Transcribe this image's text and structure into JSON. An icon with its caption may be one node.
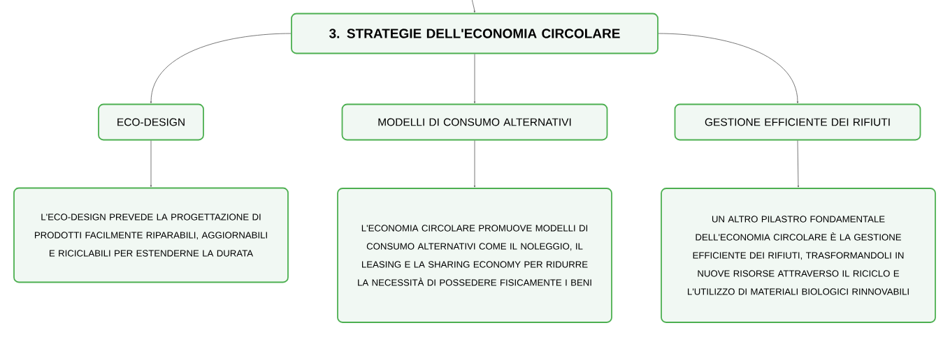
{
  "diagram": {
    "nodes": [
      {
        "text": [
          "3. STRATEGIE DELL'ECONOMIA CIRCOLARE"
        ]
      },
      {
        "text": [
          "ECO-DESIGN"
        ]
      },
      {
        "text": [
          "MODELLI DI CONSUMO ALTERNATIVI"
        ]
      },
      {
        "text": [
          "GESTIONE EFFICIENTE DEI RIFIUTI"
        ]
      },
      {
        "text": [
          "L'ECO-DESIGN PREVEDE LA PROGETTAZIONE DI PRODOTTI FACILMENTE RIPARABILI, AGGIORNABILI E RICICLABILI PER ESTENDERNE LA DURATA"
        ]
      },
      {
        "text": [
          "L'ECONOMIA CIRCOLARE PROMUOVE MODELLI DI CONSUMO ALTERNATIVI COME IL NOLEGGIO, IL LEASING E LA SHARING ECONOMY PER RIDURRE LA NECESSITÀ DI POSSEDERE FISICAMENTE I BENI"
        ]
      },
      {
        "text": [
          "UN ALTRO PILASTRO FONDAMENTALE DELL'ECONOMIA CIRCOLARE È LA GESTIONE EFFICIENTE DEI RIFIUTI, TRASFORMANDOLI IN NUOVE RISORSE ATTRAVERSO IL RICICLO E L'UTILIZZO DI MATERIALI BIOLOGICI RINNOVABILI"
        ]
      }
    ],
    "edges": [
      {
        "from": null,
        "to": 0,
        "arrow": "to"
      },
      {
        "from": 0,
        "to": 1,
        "arrow": "to"
      },
      {
        "from": 0,
        "to": 2,
        "arrow": "to"
      },
      {
        "from": 0,
        "to": 3,
        "arrow": "to"
      },
      {
        "from": 1,
        "to": 4,
        "arrow": "to"
      },
      {
        "from": 2,
        "to": 5,
        "arrow": "to"
      },
      {
        "from": 3,
        "to": 6,
        "arrow": "to"
      }
    ]
  }
}
